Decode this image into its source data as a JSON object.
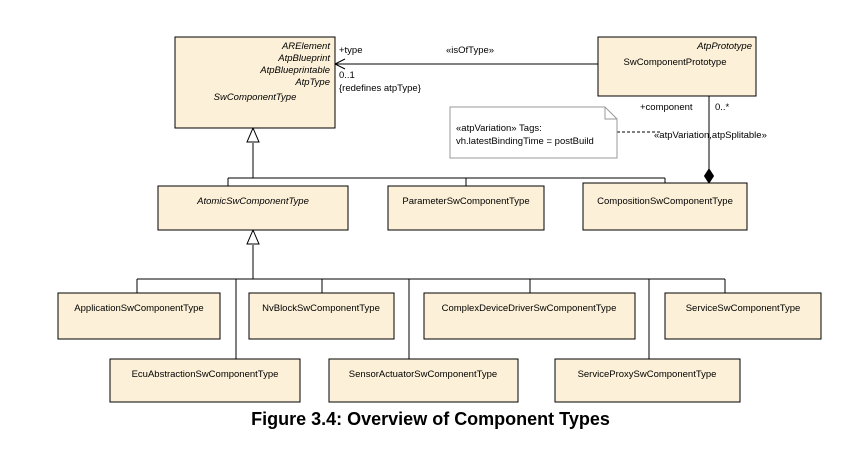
{
  "classes": {
    "sw_component_type": {
      "stereotypes": [
        "ARElement",
        "AtpBlueprint",
        "AtpBlueprintable",
        "AtpType"
      ],
      "name": "SwComponentType"
    },
    "sw_component_prototype": {
      "stereotype": "AtpPrototype",
      "name": "SwComponentPrototype"
    },
    "atomic": "AtomicSwComponentType",
    "parameter": "ParameterSwComponentType",
    "composition": "CompositionSwComponentType",
    "application": "ApplicationSwComponentType",
    "nv_block": "NvBlockSwComponentType",
    "complex_device_driver": "ComplexDeviceDriverSwComponentType",
    "service": "ServiceSwComponentType",
    "ecu_abstraction": "EcuAbstractionSwComponentType",
    "sensor_actuator": "SensorActuatorSwComponentType",
    "service_proxy": "ServiceProxySwComponentType"
  },
  "associations": {
    "is_of_type": {
      "stereotype": "«isOfType»",
      "role": "+type",
      "multiplicity": "0..1",
      "constraint": "{redefines atpType}"
    },
    "component": {
      "role": "+component",
      "multiplicity": "0..*",
      "stereotype": "«atpVariation,atpSplitable»"
    }
  },
  "note": {
    "line1": "«atpVariation» Tags:",
    "line2": "vh.latestBindingTime = postBuild"
  },
  "caption": "Figure 3.4: Overview of Component Types"
}
